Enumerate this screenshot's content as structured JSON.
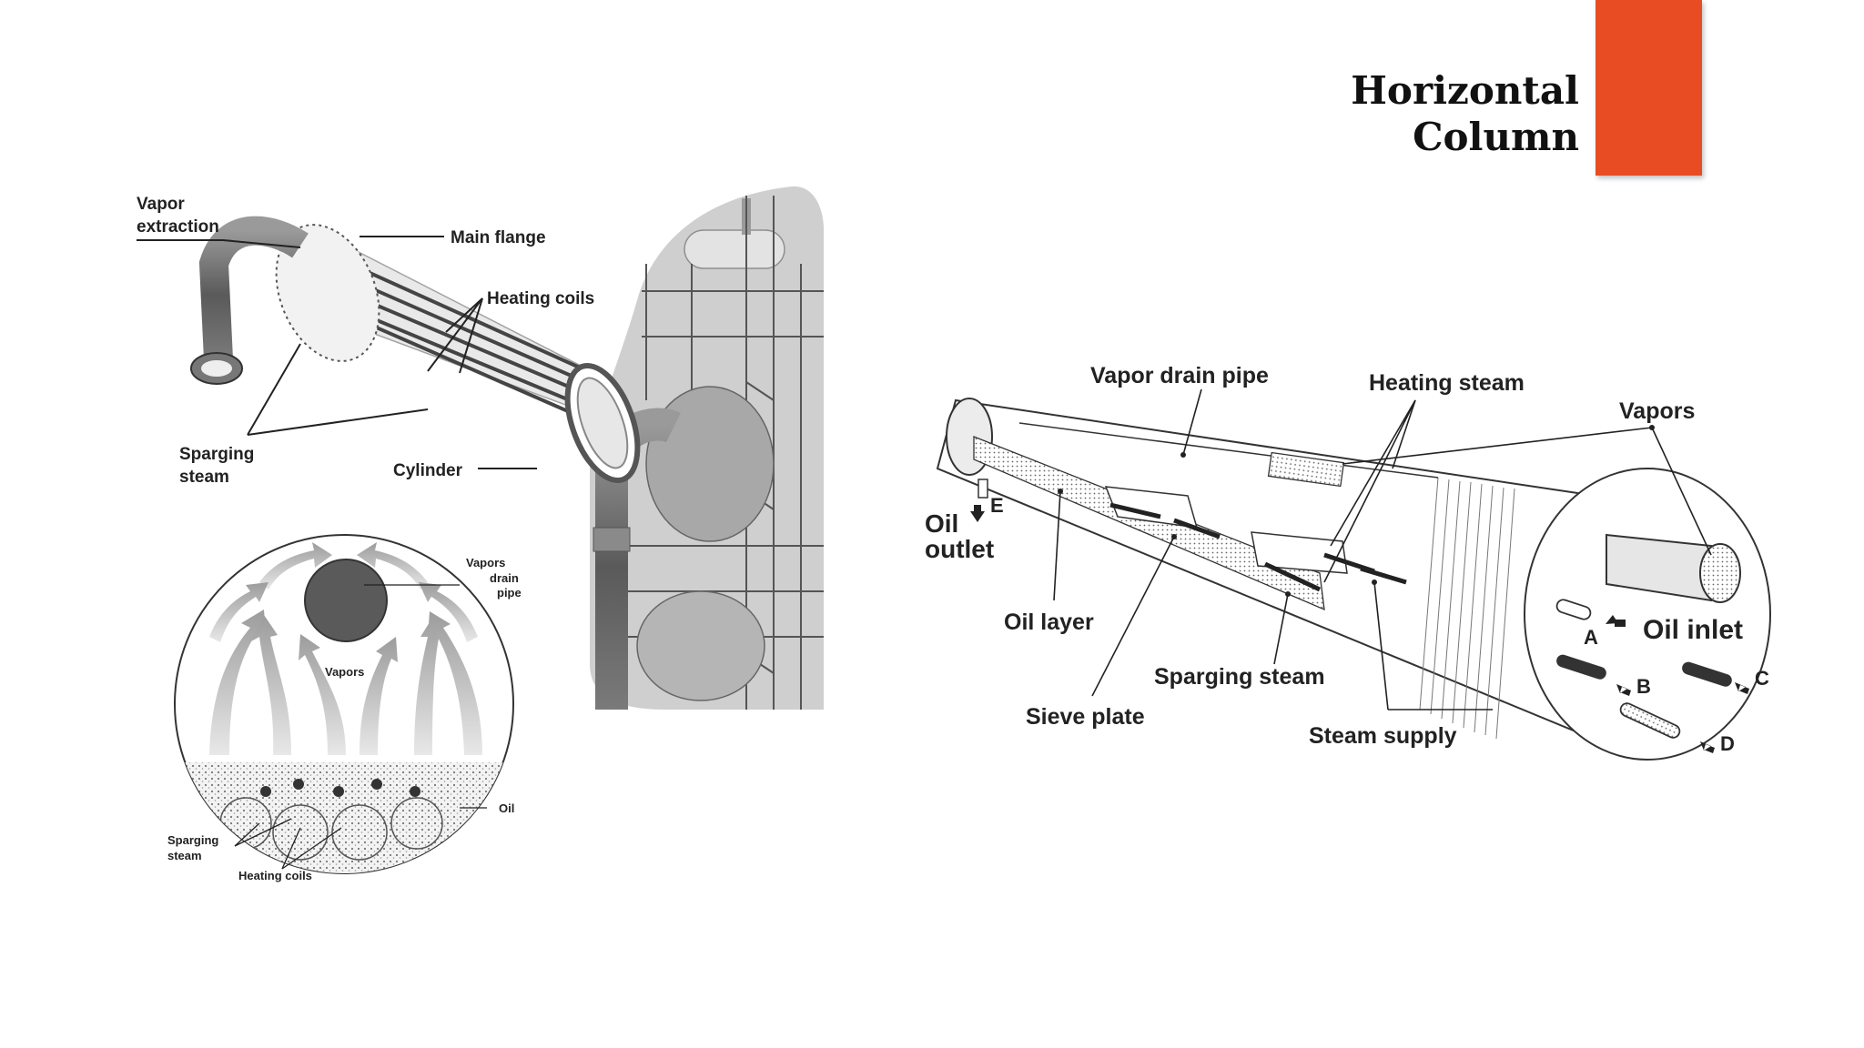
{
  "slide": {
    "title_line1": "Horizontal",
    "title_line2": "Column",
    "accent_color": "#e84c22"
  },
  "left_figure": {
    "labels": {
      "vapor_extraction_1": "Vapor",
      "vapor_extraction_2": "extraction",
      "main_flange": "Main flange",
      "heating_coils": "Heating coils",
      "sparging_steam_1": "Sparging",
      "sparging_steam_2": "steam",
      "cylinder": "Cylinder"
    }
  },
  "cross_section": {
    "labels": {
      "vapors_drain_pipe_1": "Vapors",
      "vapors_drain_pipe_2": "drain",
      "vapors_drain_pipe_3": "pipe",
      "vapors": "Vapors",
      "oil": "Oil",
      "sparging_steam_1": "Sparging",
      "sparging_steam_2": "steam",
      "heating_coils": "Heating coils"
    }
  },
  "right_figure": {
    "labels": {
      "vapor_drain_pipe": "Vapor drain pipe",
      "heating_steam": "Heating steam",
      "vapors": "Vapors",
      "oil_outlet_1": "Oil",
      "oil_outlet_2": "outlet",
      "e": "E",
      "oil_layer": "Oil layer",
      "oil_inlet": "Oil inlet",
      "a": "A",
      "b": "B",
      "c": "C",
      "d": "D",
      "sparging_steam": "Sparging steam",
      "sieve_plate": "Sieve plate",
      "steam_supply": "Steam supply"
    }
  }
}
